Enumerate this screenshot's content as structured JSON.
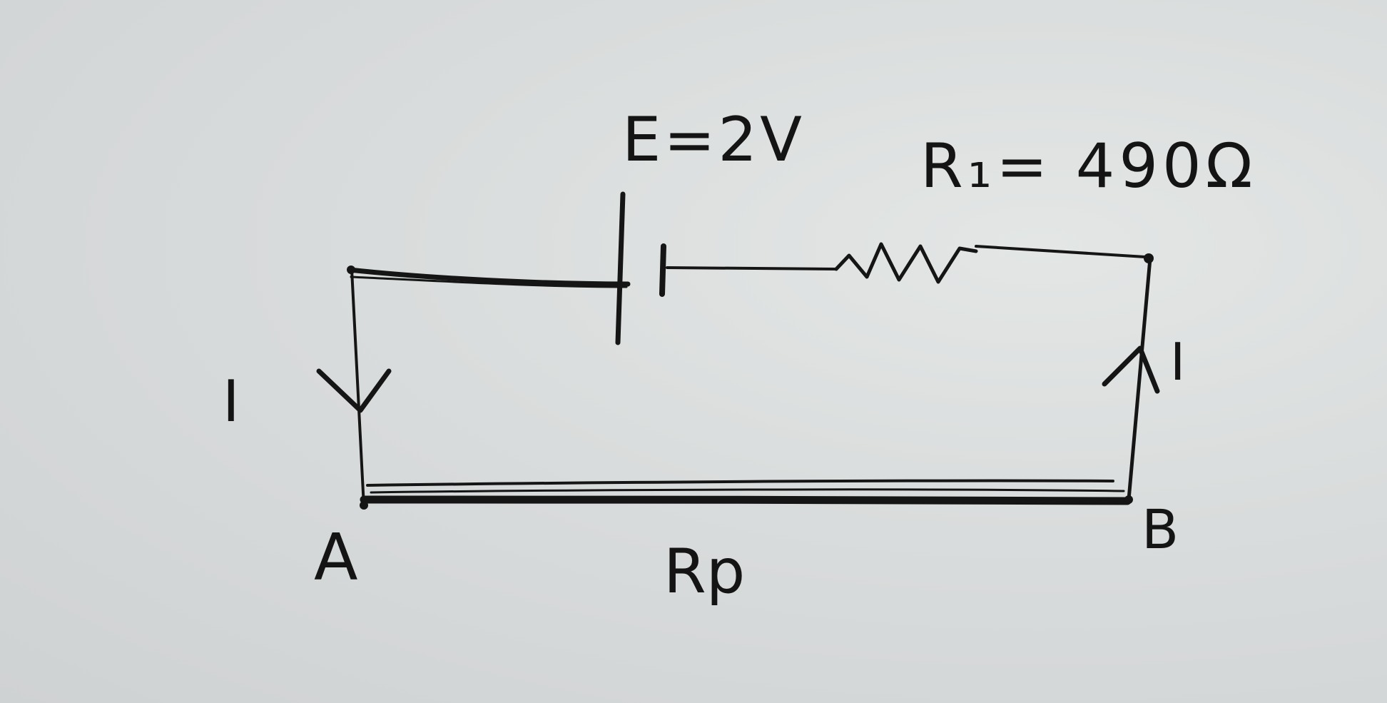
{
  "diagram": {
    "labels": {
      "emf": "E=2V",
      "resistor_r1": "R₁= 490Ω",
      "current_left": "I",
      "current_right": "I",
      "node_a": "A",
      "node_b": "B",
      "wire_rp": "Rp"
    },
    "ink_color": "#151515",
    "paper_color": "#d9dcdc"
  }
}
